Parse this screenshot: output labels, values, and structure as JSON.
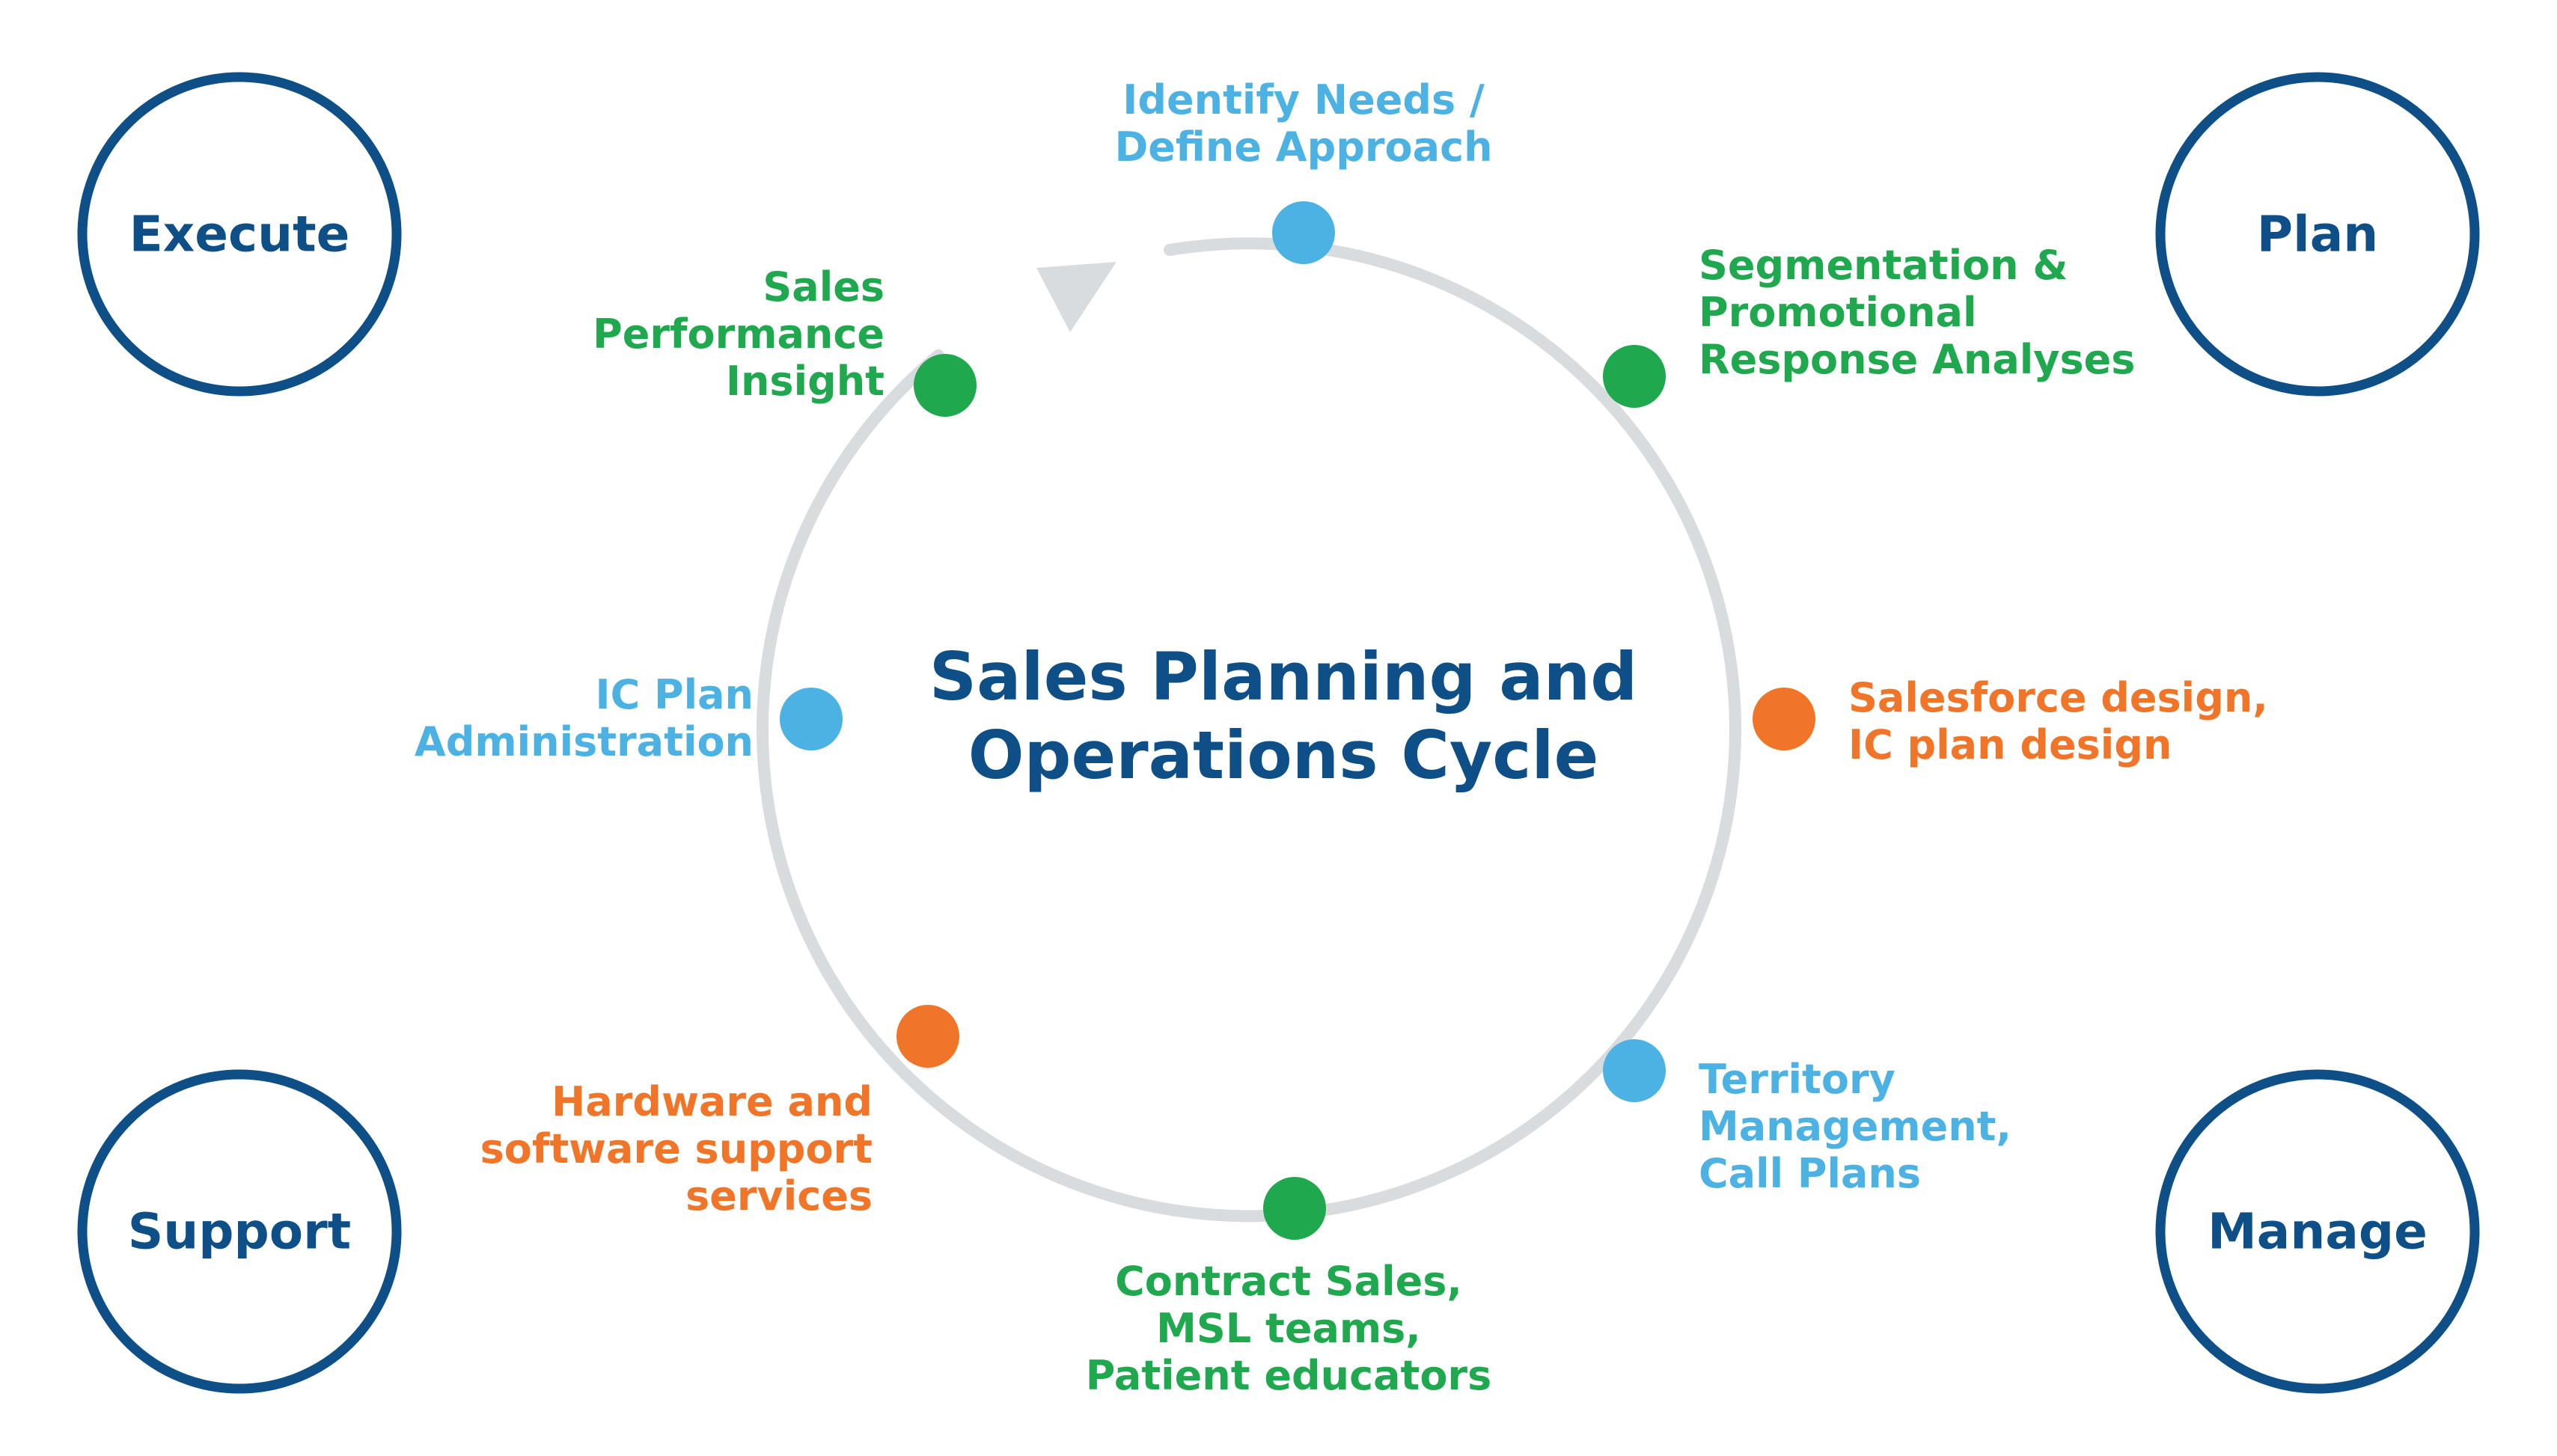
{
  "colors": {
    "navy": "#0d4f86",
    "light_blue": "#4cb2e3",
    "green": "#1fa84d",
    "orange": "#f07528",
    "cycle_ring": "#d8dcdf"
  },
  "title": {
    "line1": "Sales Planning and",
    "line2": "Operations Cycle"
  },
  "phases": {
    "execute": "Execute",
    "plan": "Plan",
    "support": "Support",
    "manage": "Manage"
  },
  "steps": [
    {
      "color": "light_blue",
      "lines": [
        "Identify Needs /",
        "Define Approach"
      ]
    },
    {
      "color": "green",
      "lines": [
        "Segmentation &",
        "Promotional",
        "Response Analyses"
      ]
    },
    {
      "color": "orange",
      "lines": [
        "Salesforce design,",
        "IC plan design"
      ]
    },
    {
      "color": "light_blue",
      "lines": [
        "Territory",
        "Management,",
        "Call Plans"
      ]
    },
    {
      "color": "green",
      "lines": [
        "Contract Sales,",
        "MSL teams,",
        "Patient educators"
      ]
    },
    {
      "color": "orange",
      "lines": [
        "Hardware and",
        "software support",
        "services"
      ]
    },
    {
      "color": "light_blue",
      "lines": [
        "IC Plan",
        "Administration"
      ]
    },
    {
      "color": "green",
      "lines": [
        "Sales",
        "Performance",
        "Insight"
      ]
    }
  ],
  "cycle_direction": "clockwise"
}
